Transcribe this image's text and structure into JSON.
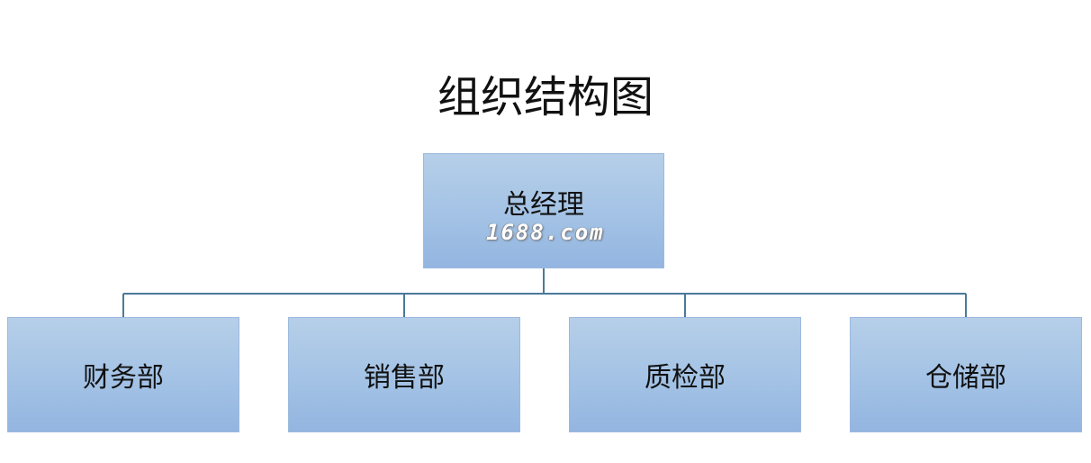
{
  "diagram": {
    "title": "组织结构图",
    "root": {
      "label": "总经理",
      "watermark": "1688.com"
    },
    "children": [
      {
        "label": "财务部"
      },
      {
        "label": "销售部"
      },
      {
        "label": "质检部"
      },
      {
        "label": "仓储部"
      }
    ],
    "colors": {
      "box_top": "#b6cfe9",
      "box_bottom": "#93b5e0",
      "connector": "#4a7a98"
    }
  }
}
